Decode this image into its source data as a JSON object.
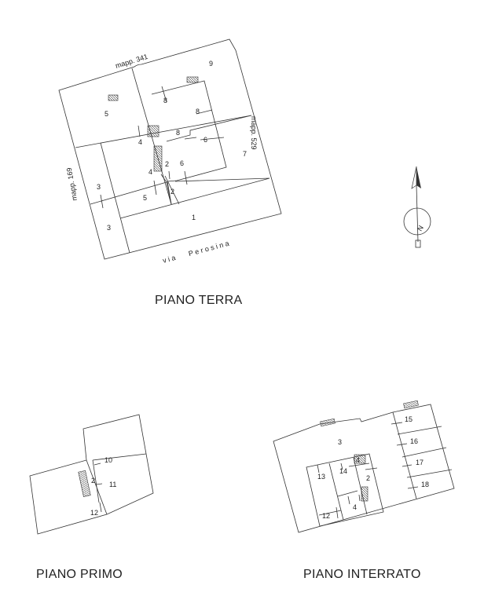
{
  "plans": {
    "terra": {
      "title": "PIANO TERRA",
      "neighbors": [
        "mapp. 341",
        "mapp. 529",
        "mapp. 169"
      ],
      "street": "via   Perosina",
      "labels": [
        "9",
        "8",
        "8",
        "5",
        "4",
        "8",
        "6",
        "7",
        "2",
        "6",
        "4",
        "2",
        "3",
        "5",
        "3",
        "1"
      ]
    },
    "primo": {
      "title": "PIANO PRIMO",
      "labels": [
        "10",
        "2",
        "11",
        "12"
      ]
    },
    "interrato": {
      "title": "PIANO INTERRATO",
      "labels": [
        "3",
        "15",
        "16",
        "17",
        "18",
        "13",
        "14",
        "4",
        "2",
        "4",
        "12"
      ]
    }
  },
  "compass": {
    "label": "N",
    "icon": "north-arrow-icon"
  }
}
